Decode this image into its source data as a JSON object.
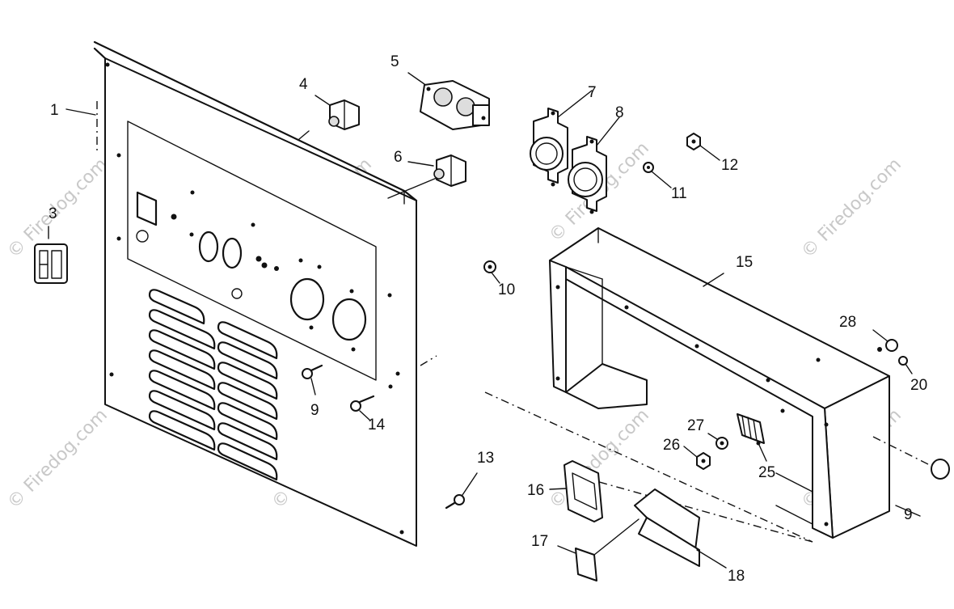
{
  "watermark": "© Firedog.com",
  "callouts": {
    "c1": "1",
    "c3": "3",
    "c4": "4",
    "c5": "5",
    "c6": "6",
    "c7": "7",
    "c8": "8",
    "c9a": "9",
    "c9b": "9",
    "c10": "10",
    "c11": "11",
    "c12": "12",
    "c13": "13",
    "c14": "14",
    "c15": "15",
    "c16": "16",
    "c17": "17",
    "c18": "18",
    "c20": "20",
    "c25": "25",
    "c26": "26",
    "c27": "27",
    "c28": "28"
  }
}
